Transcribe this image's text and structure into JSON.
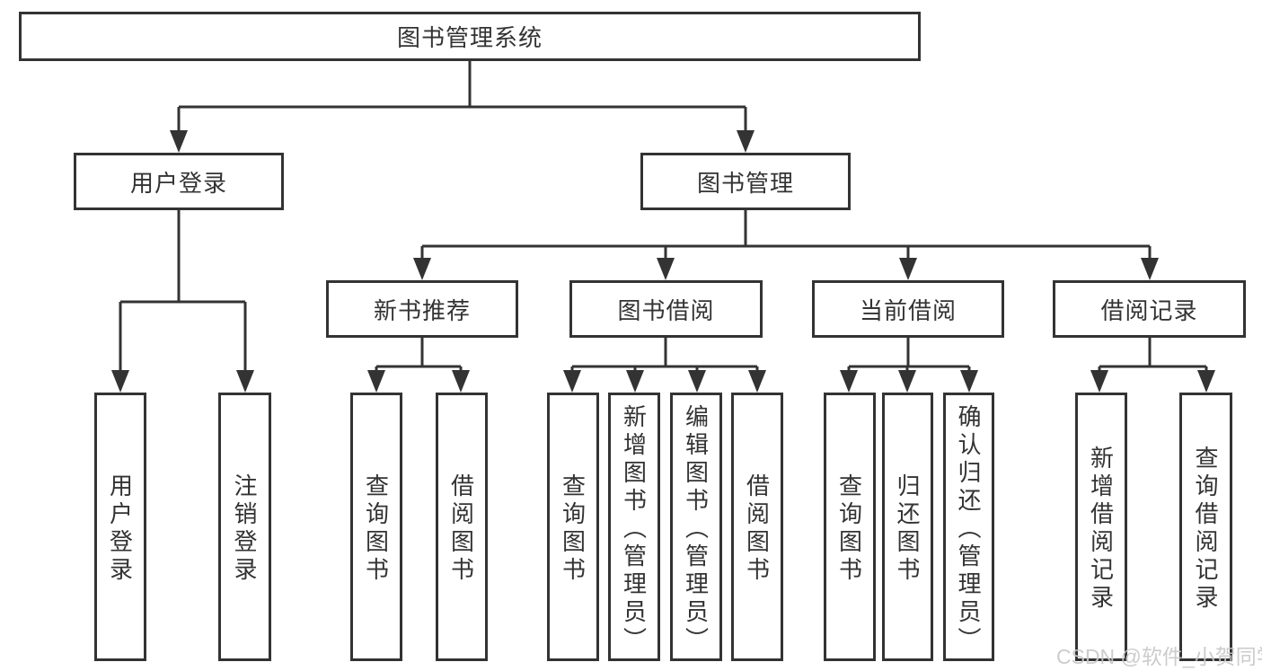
{
  "diagram_type": "hierarchy-tree",
  "colors": {
    "line": "#333333",
    "box_border": "#333333",
    "box_fill": "#ffffff",
    "text": "#333333",
    "watermark": "#c8c8c8"
  },
  "tree": {
    "label": "图书管理系统",
    "children": [
      {
        "label": "用户登录",
        "children": [
          {
            "label": "用户登录"
          },
          {
            "label": "注销登录"
          }
        ]
      },
      {
        "label": "图书管理",
        "children": [
          {
            "label": "新书推荐",
            "children": [
              {
                "label": "查询图书"
              },
              {
                "label": "借阅图书"
              }
            ]
          },
          {
            "label": "图书借阅",
            "children": [
              {
                "label": "查询图书"
              },
              {
                "label": "新增图书（管理员）"
              },
              {
                "label": "编辑图书（管理员）"
              },
              {
                "label": "借阅图书"
              }
            ]
          },
          {
            "label": "当前借阅",
            "children": [
              {
                "label": "查询图书"
              },
              {
                "label": "归还图书"
              },
              {
                "label": "确认归还（管理员）"
              }
            ]
          },
          {
            "label": "借阅记录",
            "children": [
              {
                "label": "新增借阅记录"
              },
              {
                "label": "查询借阅记录"
              }
            ]
          }
        ]
      }
    ]
  },
  "edges": [
    [
      "图书管理系统",
      "用户登录"
    ],
    [
      "图书管理系统",
      "图书管理"
    ],
    [
      "用户登录",
      "用户登录"
    ],
    [
      "用户登录",
      "注销登录"
    ],
    [
      "图书管理",
      "新书推荐"
    ],
    [
      "图书管理",
      "图书借阅"
    ],
    [
      "图书管理",
      "当前借阅"
    ],
    [
      "图书管理",
      "借阅记录"
    ],
    [
      "新书推荐",
      "查询图书"
    ],
    [
      "新书推荐",
      "借阅图书"
    ],
    [
      "图书借阅",
      "查询图书"
    ],
    [
      "图书借阅",
      "新增图书（管理员）"
    ],
    [
      "图书借阅",
      "编辑图书（管理员）"
    ],
    [
      "图书借阅",
      "借阅图书"
    ],
    [
      "当前借阅",
      "查询图书"
    ],
    [
      "当前借阅",
      "归还图书"
    ],
    [
      "当前借阅",
      "确认归还（管理员）"
    ],
    [
      "借阅记录",
      "新增借阅记录"
    ],
    [
      "借阅记录",
      "查询借阅记录"
    ]
  ],
  "watermark": {
    "text": "CSDN @软件_小贺同学"
  }
}
